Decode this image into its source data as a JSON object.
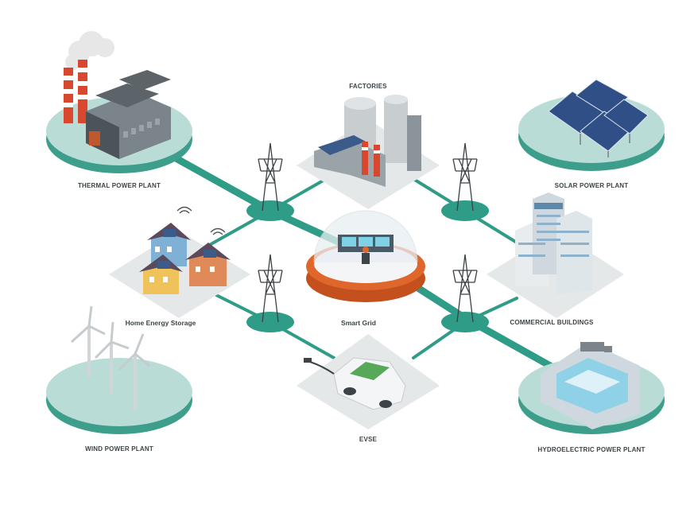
{
  "labels": {
    "thermal": "THERMAL POWER PLANT",
    "factories": "FACTORIES",
    "solar": "SOLAR POWER PLANT",
    "home": "Home Energy Storage",
    "smart_grid": "Smart Grid",
    "commercial": "COMMERCIAL BUILDINGS",
    "wind": "WIND POWER PLANT",
    "evse": "EVSE",
    "hydro": "HYDROELECTRIC  POWER PLANT"
  },
  "colors": {
    "teal_line": "#2e9c86",
    "disc_top": "#b9dcd6",
    "disc_side": "#3d9e8c",
    "tile": "#e4e8e8",
    "dome_base": "#e0672b",
    "label": "#3d4447"
  }
}
